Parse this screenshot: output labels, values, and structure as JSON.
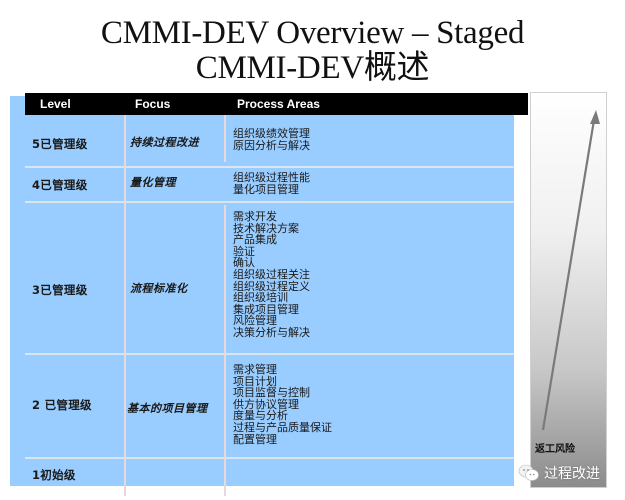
{
  "title": {
    "line1": "CMMI-DEV Overview – Staged",
    "line2": "CMMI-DEV概述"
  },
  "table": {
    "headers": [
      "Level",
      "Focus",
      "Process Areas"
    ],
    "rows": [
      {
        "level": "5已管理级",
        "focus": "持续过程改进",
        "process_areas": [
          "组织级绩效管理",
          "原因分析与解决"
        ]
      },
      {
        "level": "4已管理级",
        "focus": "量化管理",
        "process_areas": [
          "组织级过程性能",
          "量化项目管理"
        ]
      },
      {
        "level": "3已管理级",
        "focus": "流程标准化",
        "process_areas": [
          "需求开发",
          "技术解决方案",
          "产品集成",
          "验证",
          "确认",
          "组织级过程关注",
          "组织级过程定义",
          "组织级培训",
          "集成项目管理",
          "风险管理",
          "决策分析与解决"
        ]
      },
      {
        "level": "2 已管理级",
        "focus": "基本的项目管理",
        "process_areas": [
          "需求管理",
          "项目计划",
          "项目监督与控制",
          "供方协议管理",
          "度量与分析",
          "过程与产品质量保证",
          "配置管理"
        ]
      },
      {
        "level": "1初始级",
        "focus": "",
        "process_areas": []
      }
    ]
  },
  "risk_bar": {
    "label": "返工风险",
    "arrow_icon": "arrow-up-icon"
  },
  "watermark": {
    "icon": "wechat-icon",
    "text": "过程改进"
  },
  "colors": {
    "panel_blue": "#99ccff",
    "header_black": "#000000",
    "gradient_top": "#ffffff",
    "gradient_bottom": "#8c8c8c"
  }
}
